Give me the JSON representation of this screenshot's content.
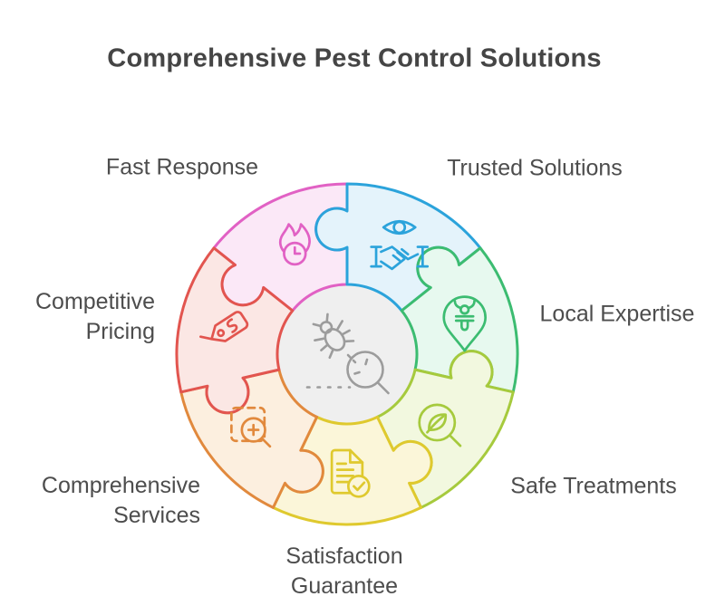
{
  "title": "Comprehensive Pest Control Solutions",
  "colors": {
    "background": "#ffffff",
    "title_text": "#454545",
    "label_text": "#4d4d4d",
    "center_fill": "#efefef",
    "center_icon_stroke": "#9c9c9c"
  },
  "diagram": {
    "type": "puzzle-wheel",
    "center_icon": "bug-magnifier-icon",
    "segments": [
      {
        "label": "Trusted Solutions",
        "icon": "eye-handshake-icon",
        "color": "#2ba3db",
        "fill": "#e4f3fb"
      },
      {
        "label": "Local Expertise",
        "icon": "location-pin-bug-icon",
        "color": "#3cbc71",
        "fill": "#e7f9ef"
      },
      {
        "label": "Safe Treatments",
        "icon": "leaf-magnifier-icon",
        "color": "#a6ca3d",
        "fill": "#f2f8df"
      },
      {
        "label": "Satisfaction Guarantee",
        "icon": "document-check-icon",
        "color": "#dfc92e",
        "fill": "#fbf6d9"
      },
      {
        "label": "Comprehensive Services",
        "icon": "zoom-select-icon",
        "color": "#e1893d",
        "fill": "#fcefdf"
      },
      {
        "label": "Competitive Pricing",
        "icon": "price-tag-icon",
        "color": "#e2554f",
        "fill": "#fbe7e4"
      },
      {
        "label": "Fast Response",
        "icon": "flame-clock-icon",
        "color": "#e161c4",
        "fill": "#fbe8f7"
      }
    ]
  }
}
